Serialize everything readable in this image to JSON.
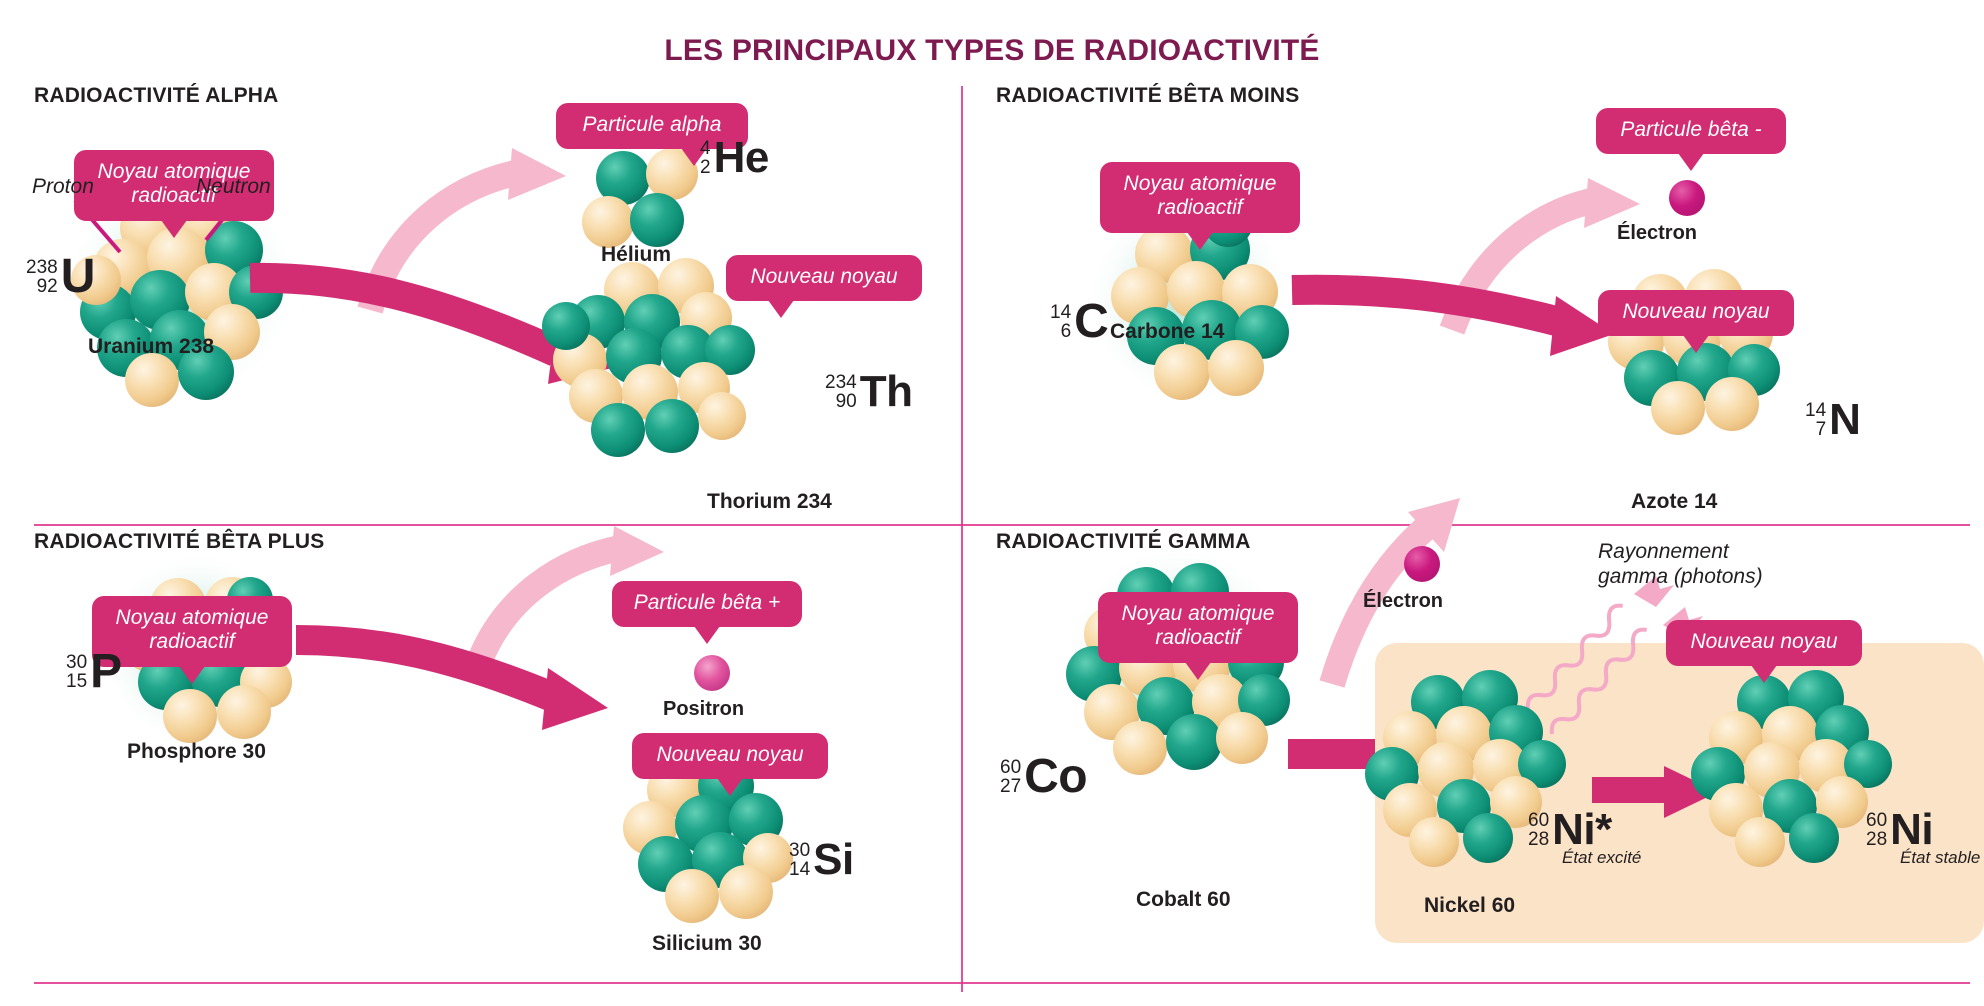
{
  "title": "LES PRINCIPAUX TYPES DE RADIOACTIVITÉ",
  "colors": {
    "title": "#7d1b50",
    "accent_magenta": "#d22d72",
    "accent_light_pink": "#f6b8cd",
    "neutron_teal": "#10a288",
    "proton_peach": "#f5d3a0",
    "electron": "#c9187e",
    "positron": "#e2559f",
    "gamma_panel": "#fbe3c8",
    "divider": "#e2328c"
  },
  "quadrants": {
    "alpha": {
      "heading": "RADIOACTIVITÉ ALPHA",
      "source_bubble": "Noyau atomique\nradioactif",
      "leader_proton": "Proton",
      "leader_neutron": "Neutron",
      "source_iso": {
        "mass": "238",
        "atomic": "92",
        "symbol": "U"
      },
      "source_caption": "Uranium 238",
      "emitted_bubble": "Particule alpha",
      "emitted_iso": {
        "mass": "4",
        "atomic": "2",
        "symbol": "He"
      },
      "emitted_caption": "Hélium",
      "product_bubble": "Nouveau noyau",
      "product_iso": {
        "mass": "234",
        "atomic": "90",
        "symbol": "Th"
      },
      "product_caption": "Thorium 234"
    },
    "beta_minus": {
      "heading": "RADIOACTIVITÉ BÊTA MOINS",
      "source_bubble": "Noyau atomique\nradioactif",
      "source_iso": {
        "mass": "14",
        "atomic": "6",
        "symbol": "C"
      },
      "source_caption": "Carbone 14",
      "emitted_bubble": "Particule bêta -",
      "emitted_caption": "Électron",
      "product_bubble": "Nouveau noyau",
      "product_iso": {
        "mass": "14",
        "atomic": "7",
        "symbol": "N"
      },
      "product_caption": "Azote 14"
    },
    "beta_plus": {
      "heading": "RADIOACTIVITÉ BÊTA PLUS",
      "source_bubble": "Noyau atomique\nradioactif",
      "source_iso": {
        "mass": "30",
        "atomic": "15",
        "symbol": "P"
      },
      "source_caption": "Phosphore 30",
      "emitted_bubble": "Particule bêta +",
      "emitted_caption": "Positron",
      "product_bubble": "Nouveau noyau",
      "product_iso": {
        "mass": "30",
        "atomic": "14",
        "symbol": "Si"
      },
      "product_caption": "Silicium 30"
    },
    "gamma": {
      "heading": "RADIOACTIVITÉ GAMMA",
      "source_bubble": "Noyau atomique\nradioactif",
      "source_iso": {
        "mass": "60",
        "atomic": "27",
        "symbol": "Co"
      },
      "source_caption": "Cobalt 60",
      "emitted_caption": "Électron",
      "radiation_note": "Rayonnement\ngamma (photons)",
      "excited_iso": {
        "mass": "60",
        "atomic": "28",
        "symbol": "Ni*"
      },
      "excited_state": "État excité",
      "excited_caption": "Nickel 60",
      "product_bubble": "Nouveau noyau",
      "stable_iso": {
        "mass": "60",
        "atomic": "28",
        "symbol": "Ni"
      },
      "stable_state": "État stable"
    }
  }
}
